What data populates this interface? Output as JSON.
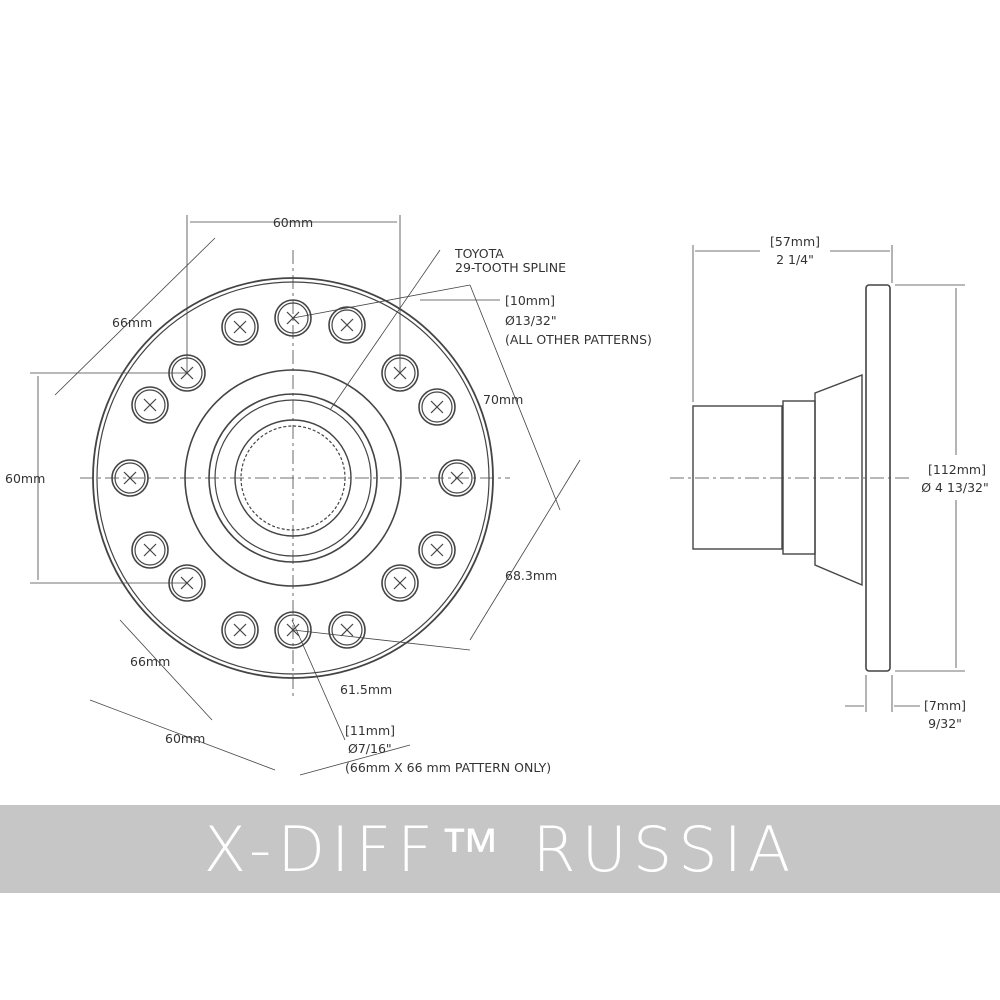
{
  "front_view": {
    "dims": {
      "top": "60mm",
      "left_diag": "66mm",
      "left": "60mm",
      "right_diag": "70mm",
      "right": "68.3mm",
      "bottom_left_diag": "66mm",
      "bottom_left": "60mm",
      "bottom_right": "61.5mm"
    },
    "spline_note": [
      "TOYOTA",
      "29-TOOTH SPLINE"
    ],
    "hole_note_a": [
      "[10mm]",
      "Ø13/32\"",
      "(ALL OTHER PATTERNS)"
    ],
    "hole_note_b": [
      "[11mm]",
      "Ø7/16\"",
      "(66mm X 66 mm PATTERN ONLY)"
    ]
  },
  "side_view": {
    "length": [
      "[57mm]",
      "2 1/4\""
    ],
    "diameter": [
      "[112mm]",
      "Ø 4 13/32\""
    ],
    "flange": [
      "[7mm]",
      "9/32\""
    ]
  },
  "banner": {
    "text": "X-DIFF™ RUSSIA"
  }
}
